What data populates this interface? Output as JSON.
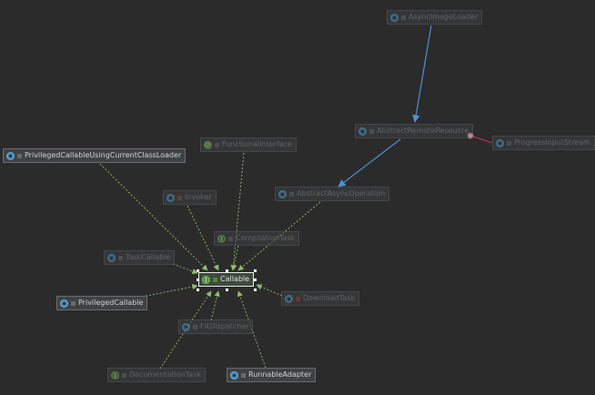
{
  "nodes": [
    {
      "id": "asyncimageloader",
      "label": "AsyncImageLoader",
      "icon": "class-icon",
      "lock": "grey"
    },
    {
      "id": "abstractremoteresource",
      "label": "AbstractRemoteResource",
      "icon": "class-icon",
      "lock": "grey"
    },
    {
      "id": "progressinputstream",
      "label": "ProgressInputStream",
      "icon": "class-icon",
      "lock": "grey"
    },
    {
      "id": "privilegedcallableusingcurrentclassloader",
      "label": "PrivilegedCallableUsingCurrentClassLoader",
      "icon": "class-icon",
      "lock": "grey"
    },
    {
      "id": "functionalinterface",
      "label": "FunctionalInterface",
      "icon": "annotation-icon",
      "lock": "grey"
    },
    {
      "id": "abstractasyncoperation",
      "label": "AbstractAsyncOperation",
      "icon": "class-icon",
      "lock": "grey"
    },
    {
      "id": "invoker",
      "label": "Invoker",
      "icon": "class-icon",
      "lock": "red"
    },
    {
      "id": "compilationtask",
      "label": "CompilationTask",
      "icon": "interface-icon",
      "lock": "grey"
    },
    {
      "id": "taskcallable",
      "label": "TaskCallable",
      "icon": "class-icon",
      "lock": "grey"
    },
    {
      "id": "callable",
      "label": "Callable",
      "icon": "interface-icon",
      "lock": "green"
    },
    {
      "id": "privilegedcallable",
      "label": "PrivilegedCallable",
      "icon": "class-icon",
      "lock": "grey"
    },
    {
      "id": "downloadtask",
      "label": "DownloadTask",
      "icon": "class-icon",
      "lock": "red"
    },
    {
      "id": "fxdispatcher",
      "label": "FXDispatcher",
      "icon": "class-icon",
      "lock": "grey"
    },
    {
      "id": "documentationtask",
      "label": "DocumentationTask",
      "icon": "interface-icon",
      "lock": "grey"
    },
    {
      "id": "runnableadapter",
      "label": "RunnableAdapter",
      "icon": "class-icon",
      "lock": "grey"
    }
  ],
  "colors": {
    "background": "#2b2b2b",
    "node_background": "#3c3f41",
    "implements_edge": "#8fbf6a",
    "extends_edge": "#4f8fd6",
    "inner_edge": "#c0394b"
  }
}
